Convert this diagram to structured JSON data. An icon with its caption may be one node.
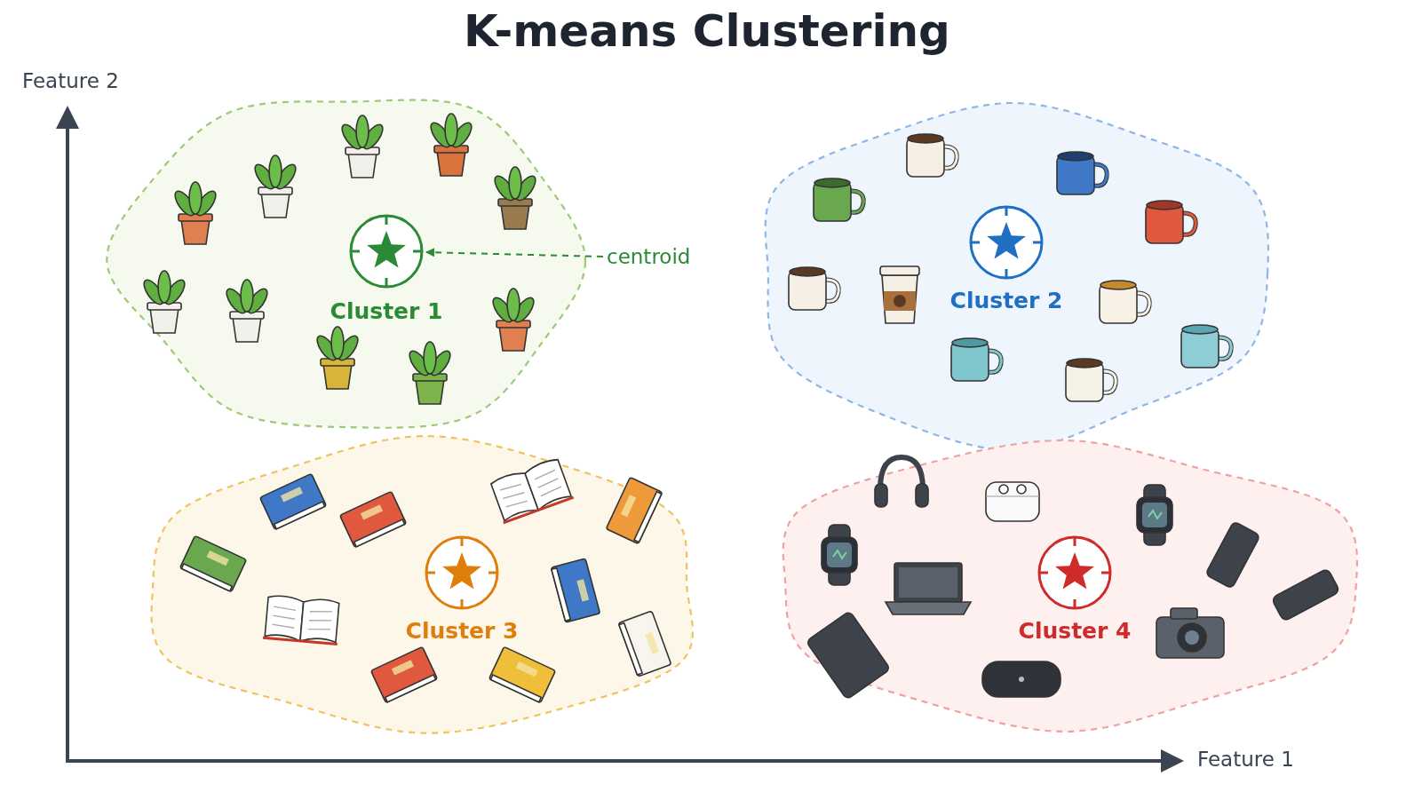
{
  "diagram": {
    "title": "K-means Clustering",
    "nodes": [
      {
        "text": [
          "Cluster 1"
        ]
      },
      {
        "text": [],
        "shape": "circle",
        "in": 0
      },
      {
        "text": [
          "centroid"
        ]
      },
      {
        "text": [
          "Cluster 2"
        ]
      },
      {
        "text": [],
        "shape": "circle",
        "in": 3
      },
      {
        "text": [
          "Cluster 3"
        ]
      },
      {
        "text": [],
        "shape": "circle",
        "in": 5
      },
      {
        "text": [
          "Cluster 4"
        ]
      },
      {
        "text": [],
        "shape": "circle",
        "in": 7
      }
    ],
    "edges": [
      {
        "from": 2,
        "to": 1,
        "arrow": "to",
        "style": "dashed"
      }
    ],
    "labels": [
      "Feature 2",
      "Feature 1"
    ]
  }
}
